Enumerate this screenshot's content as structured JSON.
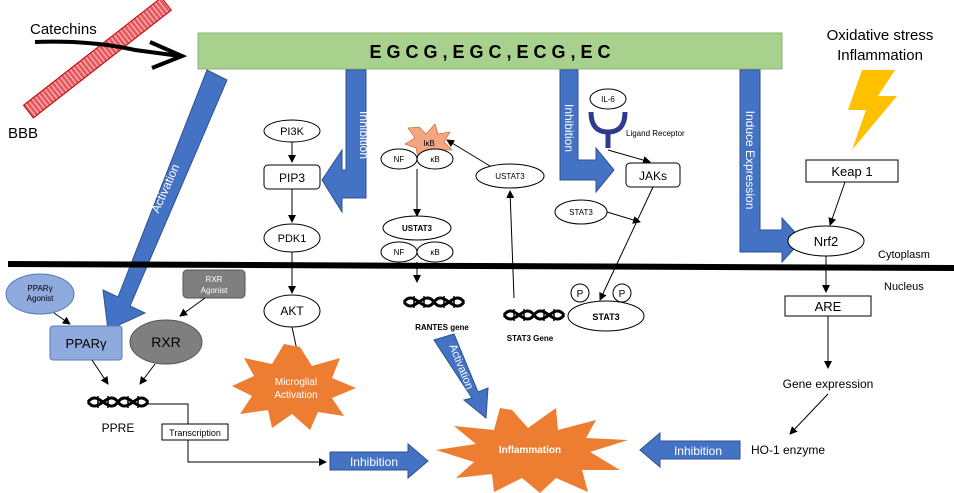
{
  "colors": {
    "banner": "#a9d18e",
    "blue_arrow": "#4472c4",
    "orange": "#ed7d31",
    "yellow": "#ffc000",
    "bbb_red": "#e8545b",
    "ppar_fill": "#8faadc",
    "rxr_fill": "#7f7f7f"
  },
  "labels": {
    "catechins": "Catechins",
    "bbb": "BBB",
    "banner": "E G C G , E G C , E C G , E C",
    "oxidative_stress": "Oxidative stress",
    "inflammation_top": "Inflammation",
    "activation_left": "Activation",
    "inhibition_pi3k": "Inhibition",
    "inhibition_jak": "Inhibition",
    "induce_expression": "Induce Expression",
    "il6": "IL-6",
    "ligand_receptor": "Ligand Receptor",
    "pi3k": "PI3K",
    "pip3": "PIP3",
    "pdk1": "PDK1",
    "akt": "AKT",
    "microglial_1": "Microglial",
    "microglial_2": "Activation",
    "ikb": "IκB",
    "nf": "NF",
    "kb": "κB",
    "ustat3": "USTAT3",
    "ustat3_right": "USTAT3",
    "nf2": "NF",
    "kb2": "κB",
    "rantes_gene": "RANTES gene",
    "activation_mid": "Activation",
    "stat3_left": "STAT3",
    "jaks": "JAKs",
    "p1": "P",
    "p2": "P",
    "stat3_nucleus": "STAT3",
    "stat3_gene": "STAT3 Gene",
    "keap1": "Keap 1",
    "nrf2": "Nrf2",
    "cytoplasm": "Cytoplasm",
    "nucleus": "Nucleus",
    "are": "ARE",
    "gene_expression": "Gene expression",
    "ho1": "HO-1 enzyme",
    "ppar_agonist_1": "PPARγ",
    "ppar_agonist_2": "Agonist",
    "rxr_agonist_1": "RXR",
    "rxr_agonist_2": "Agonist",
    "ppar": "PPARγ",
    "rxr": "RXR",
    "ppre": "PPRE",
    "transcription": "Transcription",
    "inhibition_bottom_left": "Inhibition",
    "inflammation_center": "Inflammation",
    "inhibition_bottom_right": "Inhibition"
  }
}
